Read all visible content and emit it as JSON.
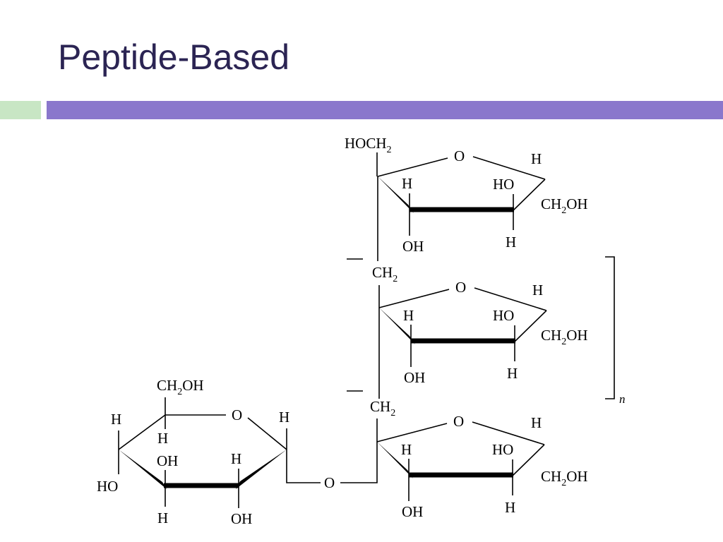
{
  "slide": {
    "title": "Peptide-Based"
  },
  "colors": {
    "title": "#2b2453",
    "accent_bar": "#8a77cc",
    "side_bar": "#c8e6c4"
  },
  "structure": {
    "top_fructose": {
      "hoch2": "HOCH",
      "hoch2_sub": "2",
      "ring_o": "O",
      "h_right": "H",
      "h_c3": "H",
      "ho_c4": "HO",
      "ch2oh": "CH",
      "ch2oh_sub": "2",
      "ch2oh_tail": "OH",
      "oh_c3": "OH",
      "h_c4": "H"
    },
    "mid_fructose": {
      "ch2": "CH",
      "ch2_sub": "2",
      "ring_o": "O",
      "h_right": "H",
      "h_c3": "H",
      "ho_c4": "HO",
      "ch2oh": "CH",
      "ch2oh_sub": "2",
      "ch2oh_tail": "OH",
      "oh_c3": "OH",
      "h_c4": "H"
    },
    "bot_fructose": {
      "ch2": "CH",
      "ch2_sub": "2",
      "ring_o": "O",
      "h_right": "H",
      "h_c3": "H",
      "ho_c4": "HO",
      "ch2oh": "CH",
      "ch2oh_sub": "2",
      "ch2oh_tail": "OH",
      "oh_c3": "OH",
      "h_c4": "H"
    },
    "glucose": {
      "ch2oh": "CH",
      "ch2oh_sub": "2",
      "ch2oh_tail": "OH",
      "ring_o": "O",
      "h_anomeric": "H",
      "h_c5": "H",
      "h_left": "H",
      "oh_c3": "OH",
      "h_c2": "H",
      "ho_c4": "HO",
      "h_c3_down": "H",
      "oh_c2_down": "OH"
    },
    "glycosidic_o": "O",
    "repeat_n": "n"
  }
}
